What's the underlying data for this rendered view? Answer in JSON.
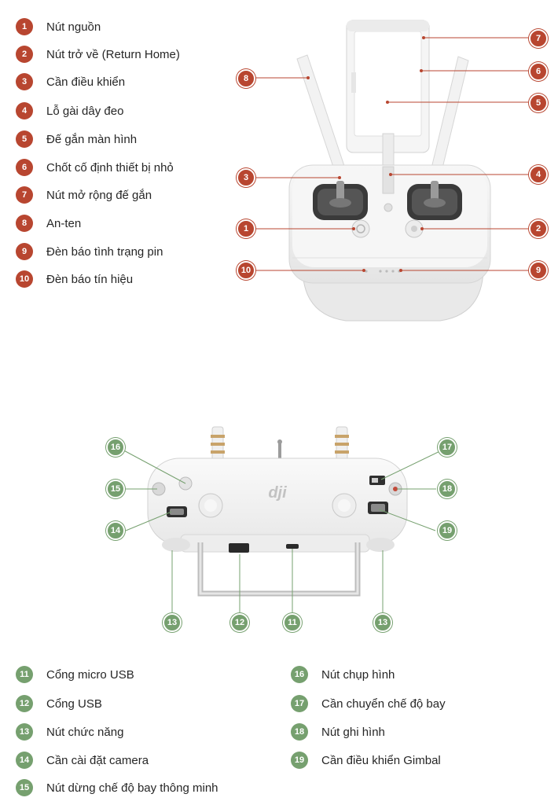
{
  "colors": {
    "top_accent": "#b84630",
    "bottom_accent": "#76a06f"
  },
  "top_legend": [
    {
      "num": "1",
      "label": "Nút nguồn"
    },
    {
      "num": "2",
      "label": "Nút trở về (Return Home)"
    },
    {
      "num": "3",
      "label": "Cần điều khiển"
    },
    {
      "num": "4",
      "label": "Lỗ gài dây đeo"
    },
    {
      "num": "5",
      "label": "Đế gắn màn hình"
    },
    {
      "num": "6",
      "label": "Chốt cố định thiết bị nhỏ"
    },
    {
      "num": "7",
      "label": "Nút mở rộng đế gắn"
    },
    {
      "num": "8",
      "label": "An-ten"
    },
    {
      "num": "9",
      "label": "Đèn báo tình trạng pin"
    },
    {
      "num": "10",
      "label": "Đèn báo tín hiệu"
    }
  ],
  "bottom_legend_left": [
    {
      "num": "11",
      "label": "Cổng micro USB"
    },
    {
      "num": "12",
      "label": "Cổng USB"
    },
    {
      "num": "13",
      "label": "Nút chức năng"
    },
    {
      "num": "14",
      "label": "Cần cài đặt camera"
    },
    {
      "num": "15",
      "label": "Nút dừng chế độ bay thông minh"
    }
  ],
  "bottom_legend_right": [
    {
      "num": "16",
      "label": "Nút chụp hình"
    },
    {
      "num": "17",
      "label": "Cần chuyển chế độ bay"
    },
    {
      "num": "18",
      "label": "Nút ghi hình"
    },
    {
      "num": "19",
      "label": "Cần điều khiển Gimbal"
    }
  ],
  "top_callouts": [
    "1",
    "2",
    "3",
    "4",
    "5",
    "6",
    "7",
    "8",
    "9",
    "10"
  ],
  "bottom_callouts": [
    "11",
    "12",
    "13",
    "13",
    "14",
    "15",
    "16",
    "17",
    "18",
    "19"
  ],
  "brand_logo": "dji"
}
